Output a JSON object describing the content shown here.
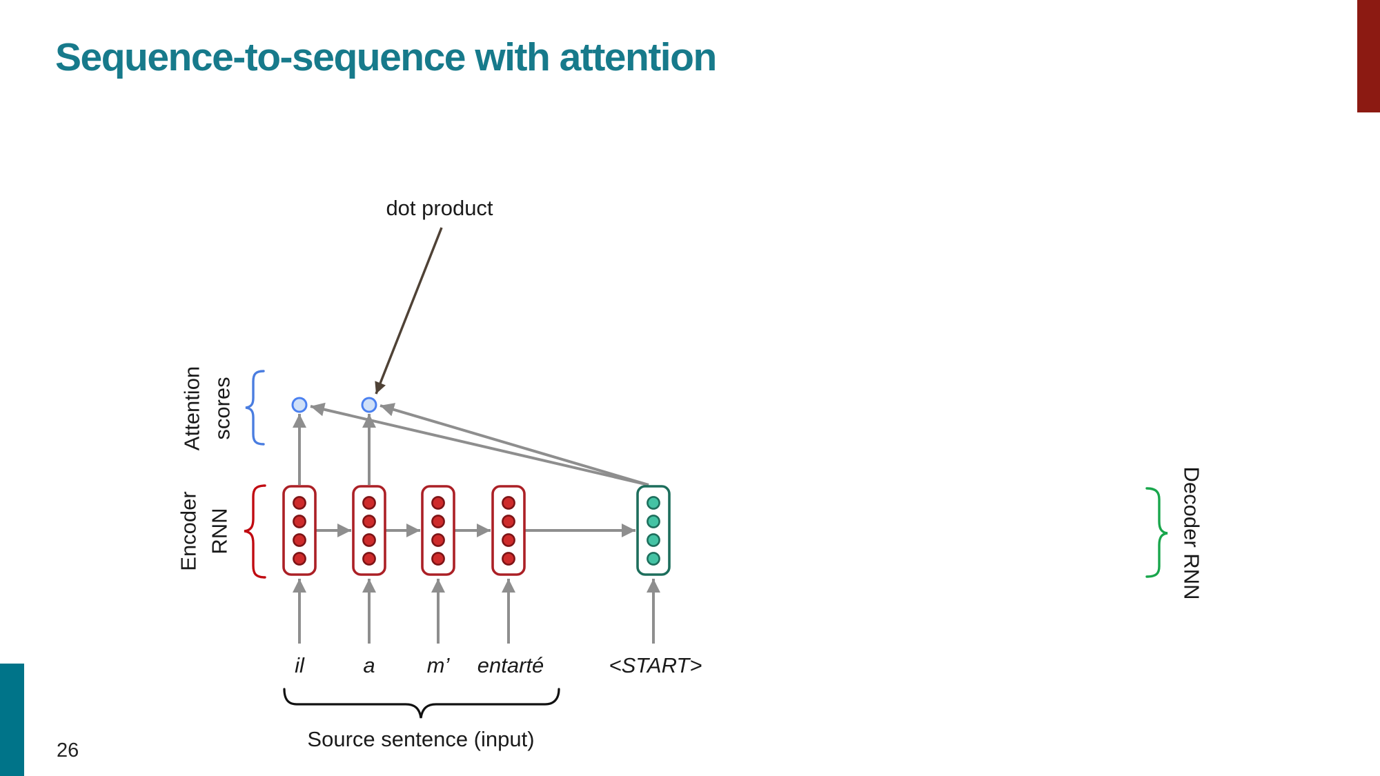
{
  "slide": {
    "title": "Sequence-to-sequence with attention",
    "page_number": "26"
  },
  "diagram": {
    "dot_product_label": "dot product",
    "attention_label": [
      "Attention",
      "scores"
    ],
    "encoder_label": [
      "Encoder",
      "RNN"
    ],
    "decoder_label": "Decoder RNN",
    "source_words": [
      "il",
      "a",
      "m’",
      "entarté"
    ],
    "start_token": "<START>",
    "source_caption": "Source sentence (input)",
    "encoder_states": 4,
    "neurons_per_state": 4,
    "attention_score_dots": 2
  },
  "colors": {
    "title_teal": "#177A8B",
    "corner_red": "#8C1A12",
    "corner_teal": "#007489",
    "encoder_border": "#AB2026",
    "encoder_circle_fill": "#CE2B2B",
    "encoder_circle_stroke": "#7D1416",
    "decoder_border": "#1D6E5C",
    "decoder_circle_fill": "#44C3A4",
    "attention_blue": "#4A7DE0",
    "encoder_label_red": "#C00A11",
    "decoder_label_green": "#19A64C",
    "brown": "#4F4236",
    "arrow_gray": "#8E8E8E",
    "score_dot_fill": "#CFE0F8",
    "score_dot_stroke": "#4A80F0",
    "text_black": "#1A1A1A"
  }
}
